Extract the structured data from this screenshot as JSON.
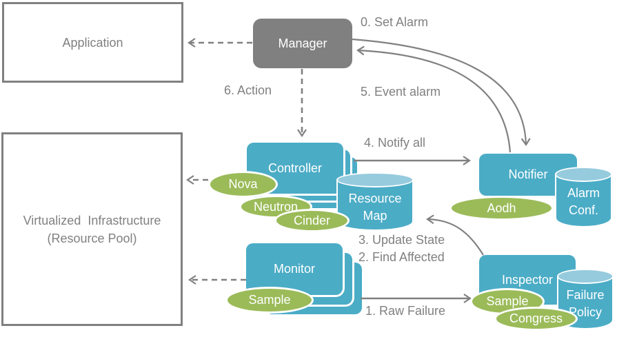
{
  "diagram_title": "Fault management flow (Manager / Controller / Monitor / Notifier / Inspector)",
  "colors": {
    "teal": "#4BACC6",
    "teal_light": "#96CBDE",
    "green": "#9BBB59",
    "gray": "#808080",
    "white": "#FFFFFF"
  },
  "nodes": {
    "application": {
      "label": "Application"
    },
    "virtualized_infrastructure": {
      "label_line1": "Virtualized  Infrastructure",
      "label_line2": "(Resource Pool)"
    },
    "manager": {
      "label": "Manager"
    },
    "controller": {
      "label": "Controller"
    },
    "monitor": {
      "label": "Monitor"
    },
    "notifier": {
      "label": "Notifier"
    },
    "inspector": {
      "label": "Inspector"
    }
  },
  "datastores": {
    "resource_map": {
      "label_line1": "Resource",
      "label_line2": "Map"
    },
    "alarm_conf": {
      "label_line1": "Alarm",
      "label_line2": "Conf."
    },
    "failure_policy": {
      "label_line1": "Failure",
      "label_line2": "Policy"
    }
  },
  "plugins": {
    "nova": {
      "label": "Nova"
    },
    "neutron": {
      "label": "Neutron"
    },
    "cinder": {
      "label": "Cinder"
    },
    "monitor_sample": {
      "label": "Sample"
    },
    "aodh": {
      "label": "Aodh"
    },
    "inspector_sample": {
      "label": "Sample"
    },
    "congress": {
      "label": "Congress"
    }
  },
  "flow_steps": {
    "step0": {
      "label": "0. Set Alarm"
    },
    "step1": {
      "label": "1. Raw Failure"
    },
    "step2": {
      "label": "2. Find Affected"
    },
    "step3": {
      "label": "3. Update State"
    },
    "step4": {
      "label": "4. Notify all"
    },
    "step5": {
      "label": "5. Event alarm"
    },
    "step6": {
      "label": "6. Action"
    }
  }
}
